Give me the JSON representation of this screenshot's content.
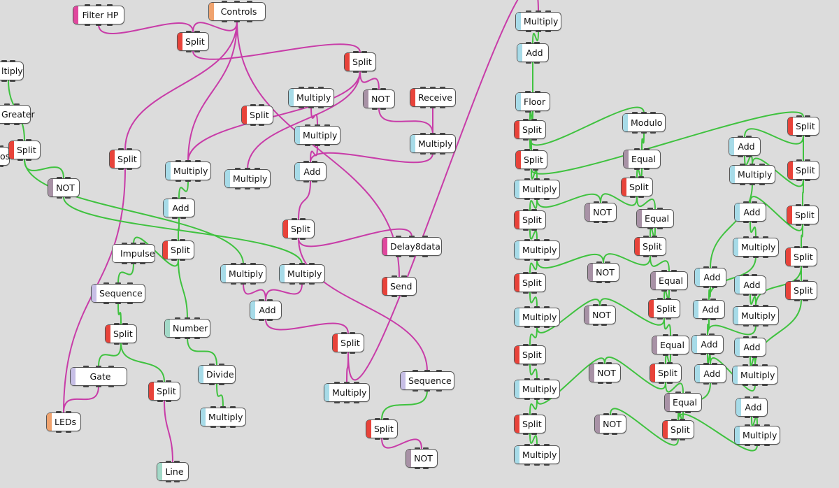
{
  "colors": {
    "background": "#dcdcdc",
    "wire_green": "#3fc23f",
    "wire_magenta": "#c83ca8",
    "kind": {
      "split": "#e8433a",
      "math": "#a7dbe8",
      "logic": "#a892a6",
      "sequence": "#c7bfe6",
      "control": "#f0a36e",
      "filter": "#e0489e",
      "number": "#a3d9c8",
      "plain": "#ffffff"
    }
  },
  "nodes": [
    {
      "id": "filterhp",
      "label": "Filter HP",
      "kind": "filter"
    },
    {
      "id": "controls",
      "label": "Controls",
      "kind": "control"
    },
    {
      "id": "split1",
      "label": "Split",
      "kind": "split"
    },
    {
      "id": "mult_left",
      "label": "ltiply",
      "kind": "math"
    },
    {
      "id": "greater",
      "label": "Greater",
      "kind": "logic"
    },
    {
      "id": "ost",
      "label": "ost",
      "kind": "plain"
    },
    {
      "id": "split2",
      "label": "Split",
      "kind": "split"
    },
    {
      "id": "not1",
      "label": "NOT",
      "kind": "logic"
    },
    {
      "id": "split3",
      "label": "Split",
      "kind": "split"
    },
    {
      "id": "mult1",
      "label": "Multiply",
      "kind": "math"
    },
    {
      "id": "add1",
      "label": "Add",
      "kind": "math"
    },
    {
      "id": "split4",
      "label": "Split",
      "kind": "split"
    },
    {
      "id": "impulse",
      "label": "Impulse",
      "kind": "plain"
    },
    {
      "id": "sequence1",
      "label": "Sequence",
      "kind": "sequence"
    },
    {
      "id": "split5",
      "label": "Split",
      "kind": "split"
    },
    {
      "id": "gate",
      "label": "Gate",
      "kind": "sequence"
    },
    {
      "id": "leds",
      "label": "LEDs",
      "kind": "control"
    },
    {
      "id": "split6",
      "label": "Split",
      "kind": "split"
    },
    {
      "id": "line",
      "label": "Line",
      "kind": "number"
    },
    {
      "id": "number",
      "label": "Number",
      "kind": "number"
    },
    {
      "id": "divide",
      "label": "Divide",
      "kind": "math"
    },
    {
      "id": "mult2",
      "label": "Multiply",
      "kind": "math"
    },
    {
      "id": "split7",
      "label": "Split",
      "kind": "split"
    },
    {
      "id": "mult3",
      "label": "Multiply",
      "kind": "math"
    },
    {
      "id": "mult4",
      "label": "Multiply",
      "kind": "math"
    },
    {
      "id": "mult5",
      "label": "Multiply",
      "kind": "math"
    },
    {
      "id": "add2",
      "label": "Add",
      "kind": "math"
    },
    {
      "id": "split8",
      "label": "Split",
      "kind": "split"
    },
    {
      "id": "mult6",
      "label": "Multiply",
      "kind": "math"
    },
    {
      "id": "mult7",
      "label": "Multiply",
      "kind": "math"
    },
    {
      "id": "add3",
      "label": "Add",
      "kind": "math"
    },
    {
      "id": "split9",
      "label": "Split",
      "kind": "split"
    },
    {
      "id": "split10",
      "label": "Split",
      "kind": "split"
    },
    {
      "id": "not2",
      "label": "NOT",
      "kind": "logic"
    },
    {
      "id": "receive",
      "label": "Receive",
      "kind": "split"
    },
    {
      "id": "mult8",
      "label": "Multiply",
      "kind": "math"
    },
    {
      "id": "delay8data",
      "label": "Delay8data",
      "kind": "filter"
    },
    {
      "id": "send",
      "label": "Send",
      "kind": "split"
    },
    {
      "id": "split11",
      "label": "Split",
      "kind": "split"
    },
    {
      "id": "mult9",
      "label": "Multiply",
      "kind": "math"
    },
    {
      "id": "sequence2",
      "label": "Sequence",
      "kind": "sequence"
    },
    {
      "id": "split12",
      "label": "Split",
      "kind": "split"
    },
    {
      "id": "not3",
      "label": "NOT",
      "kind": "logic"
    },
    {
      "id": "r_mult_top",
      "label": "Multiply",
      "kind": "math"
    },
    {
      "id": "r_add_top",
      "label": "Add",
      "kind": "math"
    },
    {
      "id": "floor",
      "label": "Floor",
      "kind": "math"
    },
    {
      "id": "r_split1",
      "label": "Split",
      "kind": "split"
    },
    {
      "id": "r_split2",
      "label": "Split",
      "kind": "split"
    },
    {
      "id": "r_mult1",
      "label": "Multiply",
      "kind": "math"
    },
    {
      "id": "r_split3",
      "label": "Split",
      "kind": "split"
    },
    {
      "id": "r_mult2",
      "label": "Multiply",
      "kind": "math"
    },
    {
      "id": "r_split4",
      "label": "Split",
      "kind": "split"
    },
    {
      "id": "r_mult3",
      "label": "Multiply",
      "kind": "math"
    },
    {
      "id": "r_split5",
      "label": "Split",
      "kind": "split"
    },
    {
      "id": "r_mult4",
      "label": "Multiply",
      "kind": "math"
    },
    {
      "id": "r_split6",
      "label": "Split",
      "kind": "split"
    },
    {
      "id": "r_mult5",
      "label": "Multiply",
      "kind": "math"
    },
    {
      "id": "modulo",
      "label": "Modulo",
      "kind": "math"
    },
    {
      "id": "equal1",
      "label": "Equal",
      "kind": "logic"
    },
    {
      "id": "split_e1",
      "label": "Split",
      "kind": "split"
    },
    {
      "id": "not_r1",
      "label": "NOT",
      "kind": "logic"
    },
    {
      "id": "equal2",
      "label": "Equal",
      "kind": "logic"
    },
    {
      "id": "split_e2",
      "label": "Split",
      "kind": "split"
    },
    {
      "id": "not_r2",
      "label": "NOT",
      "kind": "logic"
    },
    {
      "id": "equal3",
      "label": "Equal",
      "kind": "logic"
    },
    {
      "id": "split_e3",
      "label": "Split",
      "kind": "split"
    },
    {
      "id": "not_r3",
      "label": "NOT",
      "kind": "logic"
    },
    {
      "id": "equal4",
      "label": "Equal",
      "kind": "logic"
    },
    {
      "id": "split_e4",
      "label": "Split",
      "kind": "split"
    },
    {
      "id": "not_r4",
      "label": "NOT",
      "kind": "logic"
    },
    {
      "id": "equal5",
      "label": "Equal",
      "kind": "logic"
    },
    {
      "id": "split_e5",
      "label": "Split",
      "kind": "split"
    },
    {
      "id": "not_r5",
      "label": "NOT",
      "kind": "logic"
    },
    {
      "id": "add_c1",
      "label": "Add",
      "kind": "math"
    },
    {
      "id": "add_c2",
      "label": "Add",
      "kind": "math"
    },
    {
      "id": "add_c3",
      "label": "Add",
      "kind": "math"
    },
    {
      "id": "add_c4",
      "label": "Add",
      "kind": "math"
    },
    {
      "id": "add_d1",
      "label": "Add",
      "kind": "math"
    },
    {
      "id": "mult_d1",
      "label": "Multiply",
      "kind": "math"
    },
    {
      "id": "add_d2",
      "label": "Add",
      "kind": "math"
    },
    {
      "id": "mult_d2",
      "label": "Multiply",
      "kind": "math"
    },
    {
      "id": "add_d3",
      "label": "Add",
      "kind": "math"
    },
    {
      "id": "mult_d3",
      "label": "Multiply",
      "kind": "math"
    },
    {
      "id": "add_d4",
      "label": "Add",
      "kind": "math"
    },
    {
      "id": "mult_d4",
      "label": "Multiply",
      "kind": "math"
    },
    {
      "id": "add_d5",
      "label": "Add",
      "kind": "math"
    },
    {
      "id": "mult_d5",
      "label": "Multiply",
      "kind": "math"
    },
    {
      "id": "split_f1",
      "label": "Split",
      "kind": "split"
    },
    {
      "id": "split_f2",
      "label": "Split",
      "kind": "split"
    },
    {
      "id": "split_f3",
      "label": "Split",
      "kind": "split"
    },
    {
      "id": "split_f4",
      "label": "Split",
      "kind": "split"
    },
    {
      "id": "split_f5",
      "label": "Split",
      "kind": "split"
    }
  ],
  "wires": [
    {
      "from": "filterhp",
      "to": "split1",
      "color": "magenta"
    },
    {
      "from": "controls",
      "to": "split1",
      "color": "magenta"
    },
    {
      "from": "controls",
      "to": "split3",
      "color": "magenta"
    },
    {
      "from": "controls",
      "to": "mult1",
      "color": "magenta"
    },
    {
      "from": "controls",
      "to": "send",
      "color": "magenta"
    },
    {
      "from": "split1",
      "to": "split9",
      "color": "magenta"
    },
    {
      "from": "split3",
      "to": "leds",
      "color": "magenta"
    },
    {
      "from": "split10",
      "to": "mult1",
      "color": "magenta"
    },
    {
      "from": "split10",
      "to": "not2",
      "color": "magenta"
    },
    {
      "from": "split9",
      "to": "mult3",
      "color": "magenta"
    },
    {
      "from": "mult6",
      "to": "mult7",
      "color": "magenta"
    },
    {
      "from": "mult7",
      "to": "add3",
      "color": "magenta"
    },
    {
      "from": "add3",
      "to": "split7",
      "color": "magenta"
    },
    {
      "from": "split7",
      "to": "delay8data",
      "color": "magenta"
    },
    {
      "from": "split7",
      "to": "sequence2",
      "color": "magenta"
    },
    {
      "from": "receive",
      "to": "mult8",
      "color": "magenta"
    },
    {
      "from": "not2",
      "to": "mult8",
      "color": "magenta"
    },
    {
      "from": "mult8",
      "to": "add3",
      "color": "magenta"
    },
    {
      "from": "add2",
      "to": "split11",
      "color": "magenta"
    },
    {
      "from": "split11",
      "to": "mult9",
      "color": "magenta"
    },
    {
      "from": "split11",
      "to": "r_mult_top",
      "color": "magenta"
    },
    {
      "from": "split6",
      "to": "line",
      "color": "magenta"
    },
    {
      "from": "split12",
      "to": "not3",
      "color": "magenta"
    },
    {
      "from": "sequence2",
      "to": "split12",
      "color": "green"
    },
    {
      "from": "mult_left",
      "to": "split2",
      "color": "green"
    },
    {
      "from": "split2",
      "to": "not1",
      "color": "green"
    },
    {
      "from": "split2",
      "to": "mult4",
      "color": "green"
    },
    {
      "from": "not1",
      "to": "mult5",
      "color": "green"
    },
    {
      "from": "mult1",
      "to": "add1",
      "color": "green"
    },
    {
      "from": "add1",
      "to": "split4",
      "color": "green"
    },
    {
      "from": "split4",
      "to": "number",
      "color": "green"
    },
    {
      "from": "split4",
      "to": "impulse",
      "color": "green"
    },
    {
      "from": "impulse",
      "to": "sequence1",
      "color": "green"
    },
    {
      "from": "sequence1",
      "to": "split5",
      "color": "green"
    },
    {
      "from": "split5",
      "to": "gate",
      "color": "green"
    },
    {
      "from": "split5",
      "to": "split6",
      "color": "green"
    },
    {
      "from": "gate",
      "to": "leds",
      "color": "magenta"
    },
    {
      "from": "number",
      "to": "divide",
      "color": "green"
    },
    {
      "from": "divide",
      "to": "mult2",
      "color": "green"
    },
    {
      "from": "mult4",
      "to": "add2",
      "color": "magenta"
    },
    {
      "from": "mult5",
      "to": "add2",
      "color": "magenta"
    },
    {
      "from": "r_mult_top",
      "to": "r_add_top",
      "color": "green"
    },
    {
      "from": "r_add_top",
      "to": "floor",
      "color": "green"
    },
    {
      "from": "floor",
      "to": "r_split1",
      "color": "green"
    },
    {
      "from": "r_split1",
      "to": "r_split2",
      "color": "green"
    },
    {
      "from": "r_split1",
      "to": "modulo",
      "color": "green"
    },
    {
      "from": "r_split2",
      "to": "r_mult1",
      "color": "green"
    },
    {
      "from": "r_split2",
      "to": "split_f1",
      "color": "green"
    },
    {
      "from": "r_mult1",
      "to": "not_r1",
      "color": "green"
    },
    {
      "from": "r_mult1",
      "to": "r_split3",
      "color": "green"
    },
    {
      "from": "r_split3",
      "to": "r_mult2",
      "color": "green"
    },
    {
      "from": "r_mult2",
      "to": "not_r2",
      "color": "green"
    },
    {
      "from": "r_mult2",
      "to": "r_split4",
      "color": "green"
    },
    {
      "from": "r_split4",
      "to": "r_mult3",
      "color": "green"
    },
    {
      "from": "r_mult3",
      "to": "not_r3",
      "color": "green"
    },
    {
      "from": "r_mult3",
      "to": "r_split5",
      "color": "green"
    },
    {
      "from": "r_split5",
      "to": "r_mult4",
      "color": "green"
    },
    {
      "from": "r_mult4",
      "to": "not_r4",
      "color": "green"
    },
    {
      "from": "r_mult4",
      "to": "r_split6",
      "color": "green"
    },
    {
      "from": "r_split6",
      "to": "r_mult5",
      "color": "green"
    },
    {
      "from": "modulo",
      "to": "equal1",
      "color": "green"
    },
    {
      "from": "equal1",
      "to": "split_e1",
      "color": "green"
    },
    {
      "from": "split_e1",
      "to": "not_r1",
      "color": "green"
    },
    {
      "from": "split_e1",
      "to": "equal2",
      "color": "green"
    },
    {
      "from": "equal2",
      "to": "split_e2",
      "color": "green"
    },
    {
      "from": "split_e2",
      "to": "not_r2",
      "color": "green"
    },
    {
      "from": "split_e2",
      "to": "equal3",
      "color": "green"
    },
    {
      "from": "equal3",
      "to": "split_e3",
      "color": "green"
    },
    {
      "from": "split_e3",
      "to": "not_r3",
      "color": "green"
    },
    {
      "from": "split_e3",
      "to": "equal4",
      "color": "green"
    },
    {
      "from": "equal4",
      "to": "split_e4",
      "color": "green"
    },
    {
      "from": "split_e4",
      "to": "not_r4",
      "color": "green"
    },
    {
      "from": "split_e4",
      "to": "equal5",
      "color": "green"
    },
    {
      "from": "equal5",
      "to": "split_e5",
      "color": "green"
    },
    {
      "from": "split_e5",
      "to": "not_r5",
      "color": "green"
    },
    {
      "from": "split_f1",
      "to": "split_f2",
      "color": "green"
    },
    {
      "from": "split_f1",
      "to": "add_d1",
      "color": "green"
    },
    {
      "from": "split_f2",
      "to": "mult_d1",
      "color": "green"
    },
    {
      "from": "split_f2",
      "to": "split_f3",
      "color": "green"
    },
    {
      "from": "split_f3",
      "to": "add_d2",
      "color": "green"
    },
    {
      "from": "split_f3",
      "to": "split_f4",
      "color": "green"
    },
    {
      "from": "split_f4",
      "to": "split_f5",
      "color": "green"
    },
    {
      "from": "split_f4",
      "to": "mult_d3",
      "color": "green"
    },
    {
      "from": "split_f5",
      "to": "mult_d4",
      "color": "green"
    },
    {
      "from": "add_d1",
      "to": "mult_d1",
      "color": "green"
    },
    {
      "from": "mult_d1",
      "to": "add_c1",
      "color": "green"
    },
    {
      "from": "add_d2",
      "to": "mult_d2",
      "color": "green"
    },
    {
      "from": "mult_d2",
      "to": "add_c2",
      "color": "green"
    },
    {
      "from": "add_d3",
      "to": "mult_d3",
      "color": "green"
    },
    {
      "from": "mult_d3",
      "to": "add_c3",
      "color": "green"
    },
    {
      "from": "add_d4",
      "to": "mult_d4",
      "color": "green"
    },
    {
      "from": "mult_d4",
      "to": "add_c4",
      "color": "green"
    },
    {
      "from": "add_d5",
      "to": "mult_d5",
      "color": "green"
    },
    {
      "from": "add_c1",
      "to": "add_c2",
      "color": "green"
    },
    {
      "from": "add_c2",
      "to": "add_c3",
      "color": "green"
    },
    {
      "from": "add_c3",
      "to": "add_c4",
      "color": "green"
    },
    {
      "from": "add_c4",
      "to": "split_e5",
      "color": "green"
    },
    {
      "from": "mult_d5",
      "to": "split_e5",
      "color": "green"
    }
  ]
}
